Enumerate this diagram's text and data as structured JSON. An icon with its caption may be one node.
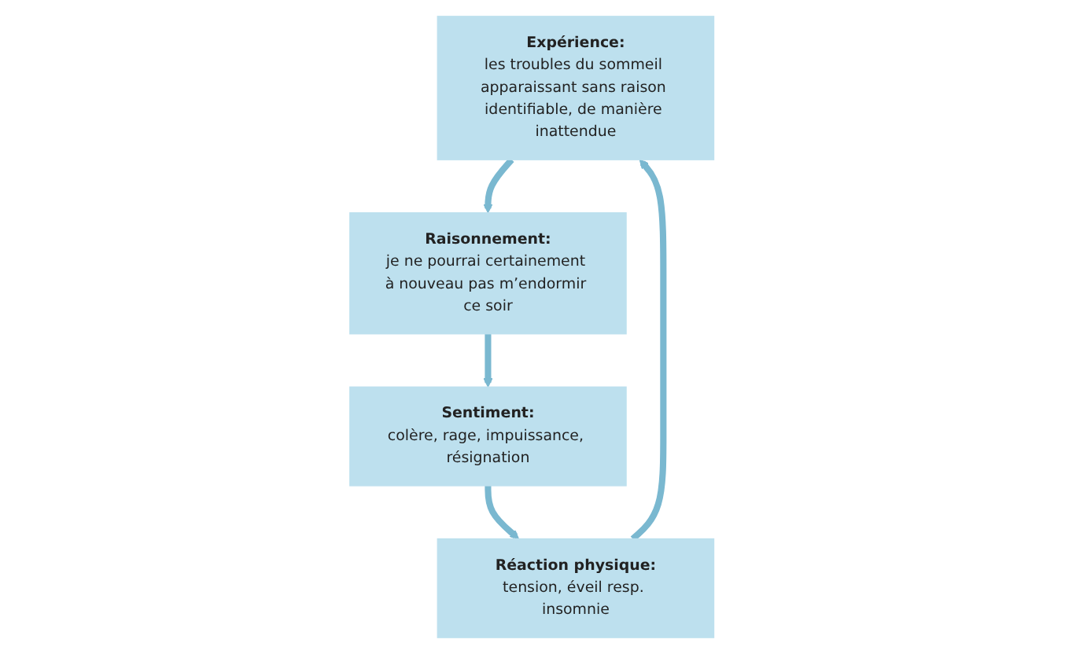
{
  "diagram": {
    "nodes": [
      {
        "text": [
          "Expérience:",
          "les troubles du sommeil apparaissant sans raison identifiable, de manière inattendue"
        ]
      },
      {
        "text": [
          "Raisonnement:",
          "je ne pourrai certainement à nouveau pas m’endormir ce soir"
        ]
      },
      {
        "text": [
          "Sentiment:",
          "colère, rage, impuissance, résignation"
        ]
      },
      {
        "text": [
          "Réaction physique:",
          "tension, éveil resp. insomnie"
        ]
      }
    ],
    "edges": [
      {
        "from": 0,
        "to": 1,
        "arrow": "to"
      },
      {
        "from": 1,
        "to": 2,
        "arrow": "to"
      },
      {
        "from": 2,
        "to": 3,
        "arrow": "to"
      },
      {
        "from": 3,
        "to": 0,
        "arrow": "to"
      }
    ]
  }
}
